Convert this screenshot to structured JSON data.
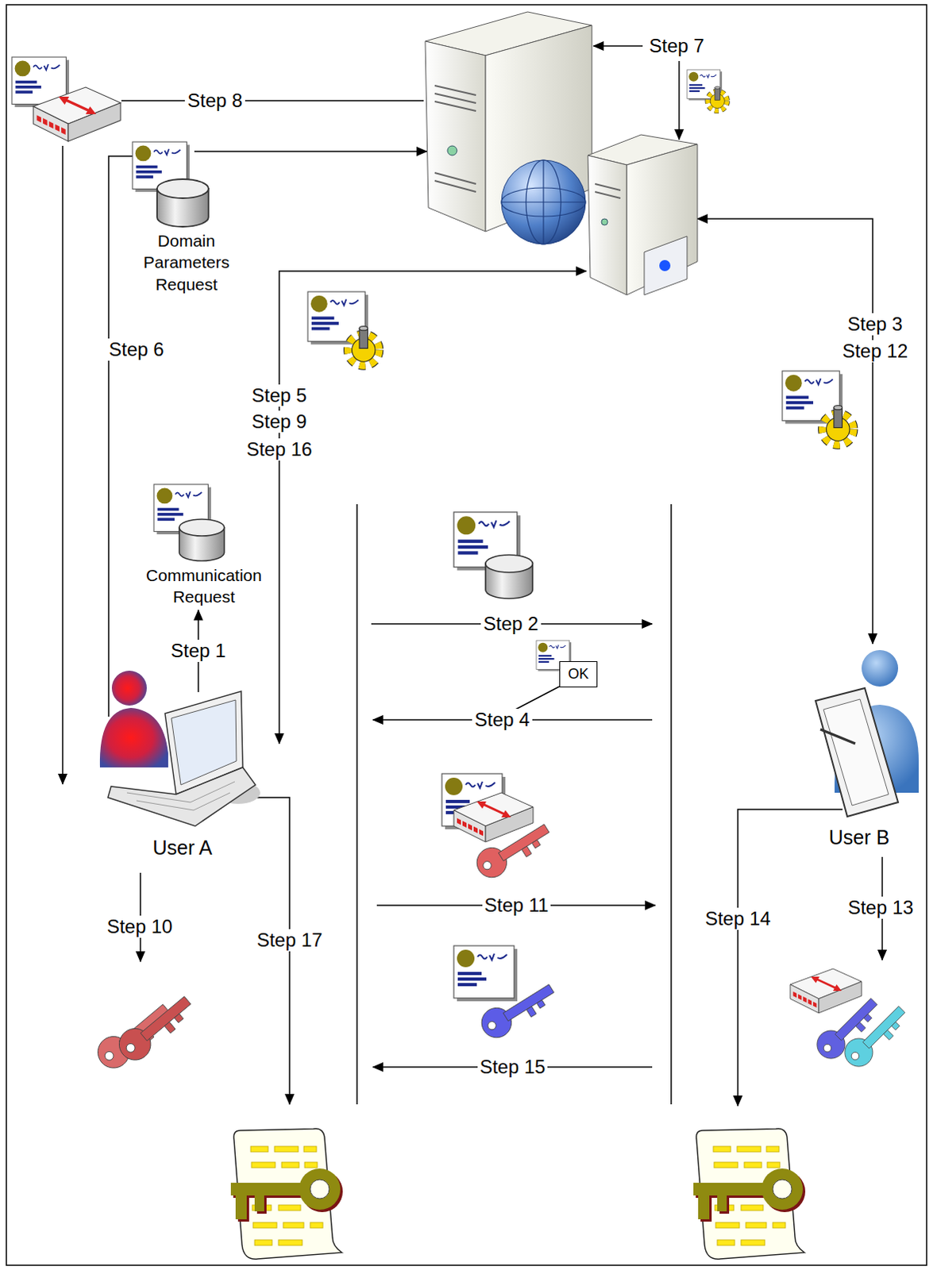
{
  "diagram": {
    "nodes": [
      {
        "text": [
          "Domain Parameters Request"
        ]
      },
      {
        "text": [
          "Communication Request"
        ]
      },
      {
        "text": [
          "OK"
        ]
      },
      {
        "text": [
          "User A"
        ]
      },
      {
        "text": [
          "User B"
        ]
      }
    ],
    "edges": [
      {
        "from": 3,
        "to": 1,
        "arrow": "to",
        "label": "Step 1"
      }
    ],
    "labels": [
      "Step 8",
      "Step 7",
      "Step 6",
      "Step 3",
      "Step 12",
      "Step 5",
      "Step 9",
      "Step 16",
      "Step 2",
      "Step 4",
      "Step 11",
      "Step 10",
      "Step 17",
      "Step 14",
      "Step 13",
      "Step 15"
    ]
  }
}
